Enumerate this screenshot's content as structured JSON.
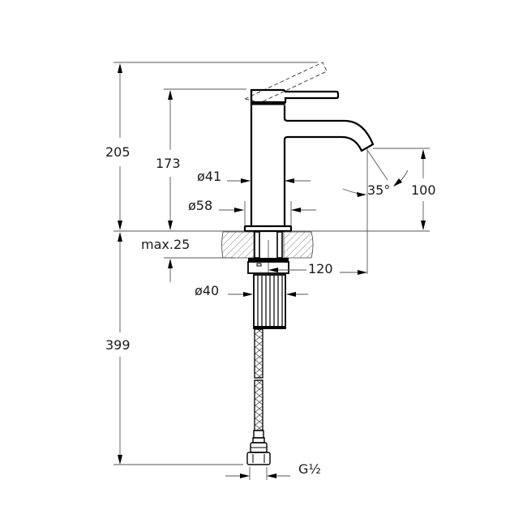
{
  "drawing": {
    "title": "Basin mixer technical drawing",
    "units": "mm",
    "dimensions": {
      "total_height": "205",
      "body_height": "173",
      "body_diameter": "ø41",
      "base_diameter": "ø58",
      "spout_height": "100",
      "spout_angle": "35°",
      "max_counter_thickness": "max.25",
      "spout_reach": "120",
      "shank_diameter": "ø40",
      "hose_length": "399",
      "connection_thread": "G½"
    },
    "colors": {
      "line": "#000000",
      "dimension_line": "#555555",
      "background": "#ffffff"
    }
  }
}
